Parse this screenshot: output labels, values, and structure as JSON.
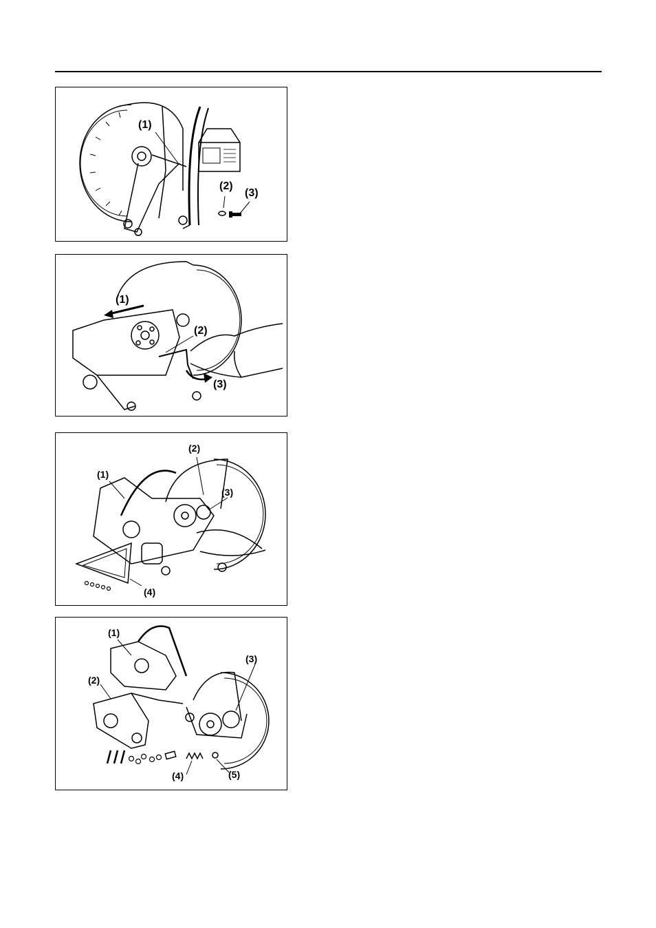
{
  "figures": [
    {
      "callouts": [
        "(1)",
        "(2)",
        "(3)"
      ]
    },
    {
      "callouts": [
        "(1)",
        "(2)",
        "(3)"
      ]
    },
    {
      "callouts": [
        "(1)",
        "(2)",
        "(3)",
        "(4)"
      ]
    },
    {
      "callouts": [
        "(1)",
        "(2)",
        "(3)",
        "(4)",
        "(5)"
      ]
    }
  ]
}
